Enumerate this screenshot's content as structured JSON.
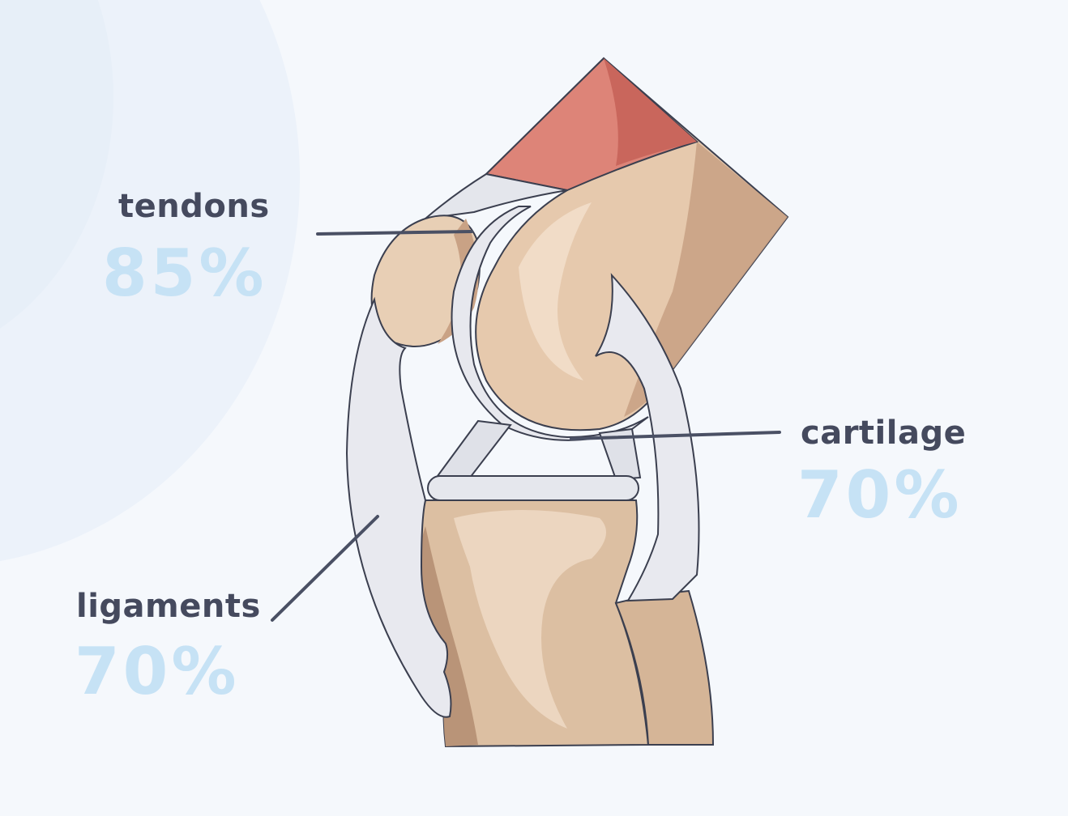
{
  "labels": {
    "tendons": {
      "name": "tendons",
      "value": "85%"
    },
    "cartilage": {
      "name": "cartilage",
      "value": "70%"
    },
    "ligaments": {
      "name": "ligaments",
      "value": "70%"
    }
  },
  "colors": {
    "background": "#f5f8fc",
    "label_text": "#454a5e",
    "percent_text": "#c6e2f5",
    "bone": "#e8cfb7",
    "bone_shadow": "#c9a88a",
    "muscle": "#d9766a",
    "tissue": "#e6e8ee",
    "leader_line": "#4a5064"
  }
}
